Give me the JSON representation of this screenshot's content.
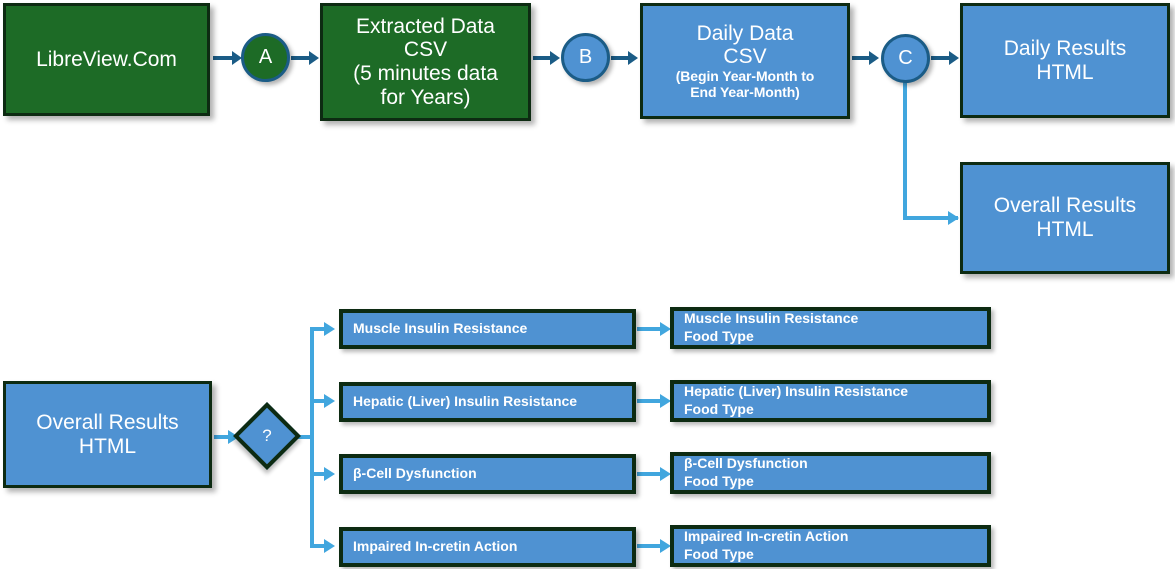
{
  "diagram": {
    "title": "Glucose Data Processing Pipeline Flowchart",
    "colors": {
      "green_fill": "#1d6b26",
      "blue_fill": "#4f92d2",
      "dark_border": "#0d2b12",
      "dark_connector": "#1b5c86",
      "light_connector": "#41a6de",
      "text": "#ffffff"
    }
  },
  "top_flow": {
    "source": {
      "label": "LibreView.Com"
    },
    "connector_a": {
      "label": "A"
    },
    "extracted": {
      "line1": "Extracted Data",
      "line2": "CSV",
      "line3": "(5 minutes data",
      "line4": "for Years)"
    },
    "connector_b": {
      "label": "B"
    },
    "daily_data": {
      "line1": "Daily Data",
      "line2": "CSV",
      "line3": "(Begin Year-Month to",
      "line4": "End Year-Month)"
    },
    "connector_c": {
      "label": "C"
    },
    "daily_results": {
      "line1": "Daily Results",
      "line2": "HTML"
    },
    "overall_results": {
      "line1": "Overall Results",
      "line2": "HTML"
    }
  },
  "bottom_flow": {
    "source": {
      "line1": "Overall Results",
      "line2": "HTML"
    },
    "decision": {
      "label": "?"
    },
    "categories": [
      {
        "label": "Muscle Insulin Resistance"
      },
      {
        "label": "Hepatic (Liver) Insulin Resistance"
      },
      {
        "label": "β-Cell Dysfunction"
      },
      {
        "label": "Impaired In-cretin Action"
      }
    ],
    "details": [
      {
        "line1": "Muscle Insulin Resistance",
        "line2": "Food Type"
      },
      {
        "line1": "Hepatic (Liver) Insulin Resistance",
        "line2": "Food Type"
      },
      {
        "line1": "β-Cell Dysfunction",
        "line2": "Food Type"
      },
      {
        "line1": "Impaired In-cretin Action",
        "line2": "Food Type"
      }
    ]
  }
}
